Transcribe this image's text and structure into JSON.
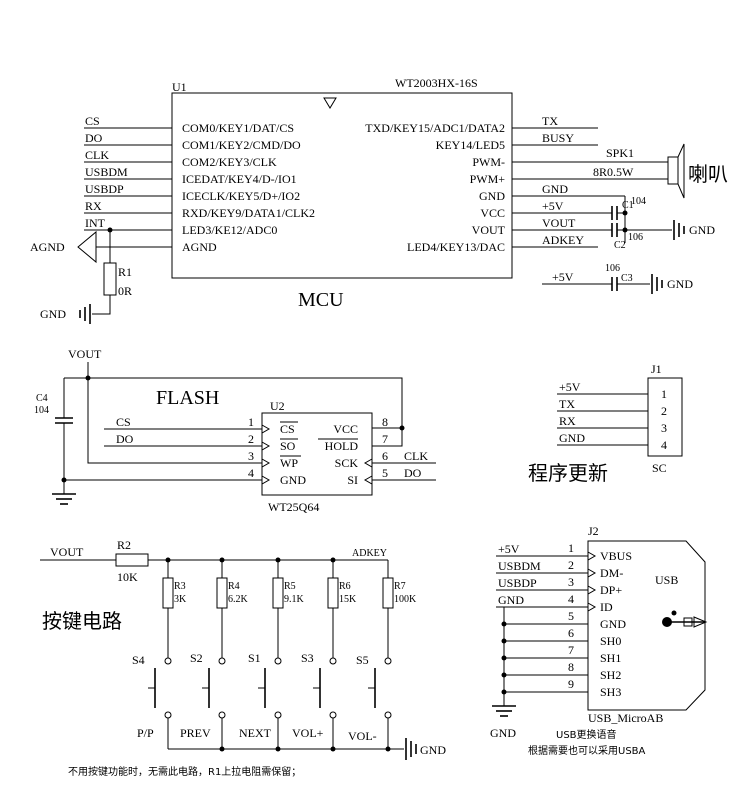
{
  "mcu": {
    "ref": "U1",
    "part": "WT2003HX-16S",
    "label": "MCU",
    "left_pins": [
      "COM0/KEY1/DAT/CS",
      "COM1/KEY2/CMD/DO",
      "COM2/KEY3/CLK",
      "ICEDAT/KEY4/D-/IO1",
      "ICECLK/KEY5/D+/IO2",
      "RXD/KEY9/DATA1/CLK2",
      "LED3/KE12/ADC0",
      "AGND"
    ],
    "right_pins": [
      "TXD/KEY15/ADC1/DATA2",
      "KEY14/LED5",
      "PWM-",
      "PWM+",
      "GND",
      "VCC",
      "VOUT",
      "LED4/KEY13/DAC"
    ],
    "left_nets": [
      "CS",
      "DO",
      "CLK",
      "USBDM",
      "USBDP",
      "RX",
      "INT"
    ],
    "right_nets": [
      "TX",
      "BUSY",
      "GND",
      "+5V",
      "VOUT",
      "ADKEY"
    ],
    "agnd_label": "AGND",
    "r1_ref": "R1",
    "r1_value": "0R",
    "gnd_label": "GND",
    "speaker_ref": "SPK1",
    "speaker_value": "8R0.5W",
    "speaker_label": "喇叭",
    "c1_ref": "C1",
    "c1_value": "104",
    "c2_ref": "C2",
    "c2_value": "106",
    "c3_ref": "C3",
    "c3_value": "106",
    "c3_net": "+5V",
    "gnd_right": "GND",
    "gnd_c3": "GND"
  },
  "flash": {
    "title": "FLASH",
    "ref": "U2",
    "part": "WT25Q64",
    "vout_label": "VOUT",
    "c4_ref": "C4",
    "c4_value": "104",
    "left_pins": [
      {
        "num": "1",
        "name": "CS",
        "net": "CS"
      },
      {
        "num": "2",
        "name": "SO",
        "net": "DO"
      },
      {
        "num": "3",
        "name": "WP",
        "net": ""
      },
      {
        "num": "4",
        "name": "GND",
        "net": ""
      }
    ],
    "right_pins": [
      {
        "num": "8",
        "name": "VCC",
        "net": ""
      },
      {
        "num": "7",
        "name": "HOLD",
        "net": ""
      },
      {
        "num": "6",
        "name": "SCK",
        "net": "CLK"
      },
      {
        "num": "5",
        "name": "SI",
        "net": "DO"
      }
    ]
  },
  "prog": {
    "ref": "J1",
    "nets": [
      "+5V",
      "TX",
      "RX",
      "GND"
    ],
    "pins": [
      "1",
      "2",
      "3",
      "4"
    ],
    "label": "SC",
    "title": "程序更新"
  },
  "keys": {
    "title": "按键电路",
    "vout_label": "VOUT",
    "r2_ref": "R2",
    "r2_value": "10K",
    "adkey_label": "ADKEY",
    "resistors": [
      {
        "ref": "R3",
        "value": "3K"
      },
      {
        "ref": "R4",
        "value": "6.2K"
      },
      {
        "ref": "R5",
        "value": "9.1K"
      },
      {
        "ref": "R6",
        "value": "15K"
      },
      {
        "ref": "R7",
        "value": "100K"
      }
    ],
    "switches": [
      {
        "ref": "S4",
        "label": "P/P"
      },
      {
        "ref": "S2",
        "label": "PREV"
      },
      {
        "ref": "S1",
        "label": "NEXT"
      },
      {
        "ref": "S3",
        "label": "VOL+"
      },
      {
        "ref": "S5",
        "label": "VOL-"
      }
    ],
    "gnd_label": "GND",
    "note": "不用按键功能时，无需此电路，R1上拉电阻需保留；"
  },
  "usb": {
    "ref": "J2",
    "nets": [
      "+5V",
      "USBDM",
      "USBDP",
      "GND"
    ],
    "pins": [
      {
        "num": "1",
        "name": "VBUS"
      },
      {
        "num": "2",
        "name": "DM-"
      },
      {
        "num": "3",
        "name": "DP+"
      },
      {
        "num": "4",
        "name": "ID"
      },
      {
        "num": "5",
        "name": "GND"
      },
      {
        "num": "6",
        "name": "SH0"
      },
      {
        "num": "7",
        "name": "SH1"
      },
      {
        "num": "8",
        "name": "SH2"
      },
      {
        "num": "9",
        "name": "SH3"
      }
    ],
    "label": "USB",
    "part": "USB_MicroAB",
    "gnd_label": "GND",
    "caption1": "USB更换语音",
    "caption2": "根据需要也可以采用USBA"
  }
}
